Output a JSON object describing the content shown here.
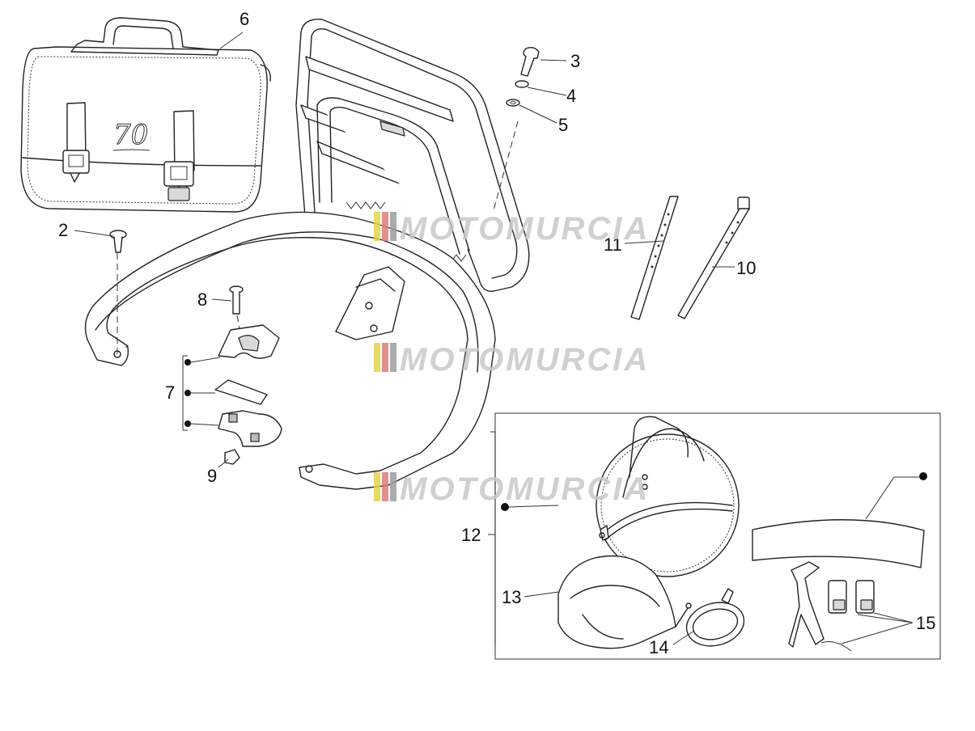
{
  "watermark": {
    "text": "MOTOMURCIA",
    "colors": [
      "#e6d34a",
      "#e07a7a",
      "#9c9c9c"
    ]
  },
  "callouts": [
    {
      "id": "2",
      "label": "2"
    },
    {
      "id": "3",
      "label": "3"
    },
    {
      "id": "4",
      "label": "4"
    },
    {
      "id": "5",
      "label": "5"
    },
    {
      "id": "6",
      "label": "6"
    },
    {
      "id": "7",
      "label": "7"
    },
    {
      "id": "8",
      "label": "8"
    },
    {
      "id": "9",
      "label": "9"
    },
    {
      "id": "10",
      "label": "10"
    },
    {
      "id": "11",
      "label": "11"
    },
    {
      "id": "12",
      "label": "12"
    },
    {
      "id": "13",
      "label": "13"
    },
    {
      "id": "14",
      "label": "14"
    },
    {
      "id": "15",
      "label": "15"
    }
  ],
  "icons": {
    "bag": "saddle-bag-icon",
    "rack": "luggage-rack-icon",
    "screw": "screw-icon",
    "washer": "washer-icon",
    "strap": "strap-icon",
    "clamp": "clamp-icon",
    "nut": "nut-icon",
    "spare_wheel_bag": "spare-wheel-bag-icon",
    "cover": "cover-icon",
    "buckle_strap": "buckle-strap-icon"
  }
}
